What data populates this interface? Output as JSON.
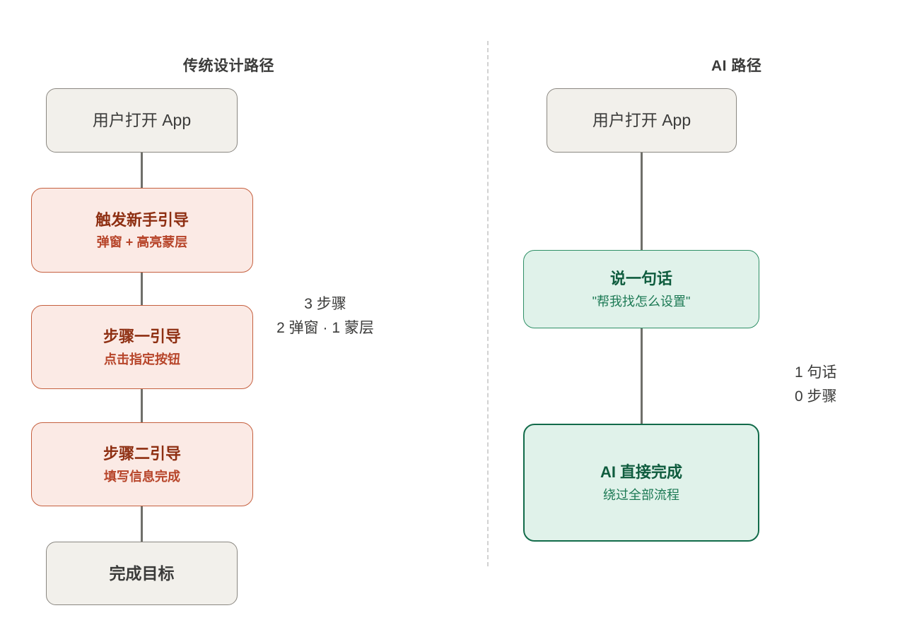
{
  "diagram": {
    "columns": [
      {
        "key": "legacy",
        "header": "传统设计路径",
        "nodes": [
          {
            "title": "用户打开 App",
            "sub": ""
          },
          {
            "title": "触发新手引导",
            "sub": "弹窗 + 高亮蒙层"
          },
          {
            "title": "步骤一引导",
            "sub": "点击指定按钮"
          },
          {
            "title": "步骤二引导",
            "sub": "填写信息完成"
          },
          {
            "title": "完成目标",
            "sub": ""
          }
        ],
        "annotation": {
          "line1": "3 步骤",
          "line2": "2 弹窗 · 1 蒙层"
        }
      },
      {
        "key": "ai",
        "header": "AI 路径",
        "nodes": [
          {
            "title": "用户打开 App",
            "sub": ""
          },
          {
            "title": "说一句话",
            "sub": "\"帮我找怎么设置\""
          },
          {
            "title": "AI 直接完成",
            "sub": "绕过全部流程"
          }
        ],
        "annotation": {
          "line1": "1 句话",
          "line2": "0 步骤"
        }
      }
    ],
    "colors": {
      "background": "#ffffff",
      "neutral_fill": "#f2f0eb",
      "neutral_border": "#8a8781",
      "legacy_fill": "#fbeae5",
      "legacy_border": "#c5603f",
      "legacy_title": "#8e2f12",
      "legacy_sub": "#b7452a",
      "ai_fill": "#e0f2ea",
      "ai_border": "#2e8f66",
      "ai_border_emphasis": "#126b4a",
      "ai_title": "#0f5c3e",
      "ai_sub": "#1d7a55",
      "connector": "#6f6f6a",
      "divider": "#d2d2d2",
      "text": "#3b3b3a"
    }
  }
}
